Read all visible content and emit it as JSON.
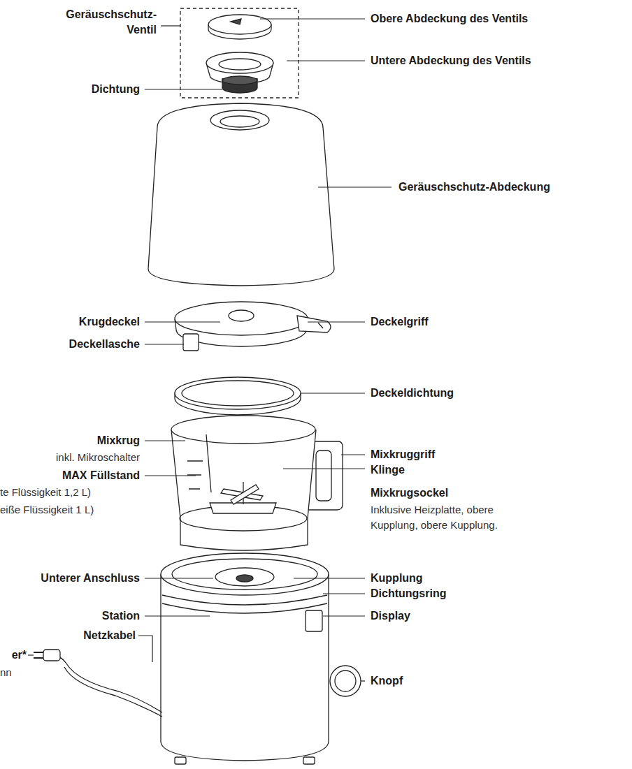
{
  "diagram": {
    "labels": [
      "Geräuschschutz- Ventil",
      "Obere Abdeckung des Ventils",
      "Untere Abdeckung des Ventils",
      "Dichtung",
      "Geräuschschutz-Abdeckung",
      "Krugdeckel",
      "Deckelgriff",
      "Deckellasche",
      "Deckeldichtung",
      "Mixkrug",
      "inkl. Mikroschalter",
      "Mixkruggriff",
      "Klinge",
      "MAX Füllstand",
      "te Flüssigkeit 1,2 L)",
      "Mixkrugsockel",
      "eiße Flüssigkeit 1 L)",
      "Inklusive Heizplatte, obere Kupplung, obere Kupplung.",
      "Unterer Anschluss",
      "Kupplung",
      "Dichtungsring",
      "Station",
      "Display",
      "Netzkabel",
      "er*",
      "Knopf",
      "nn"
    ]
  }
}
